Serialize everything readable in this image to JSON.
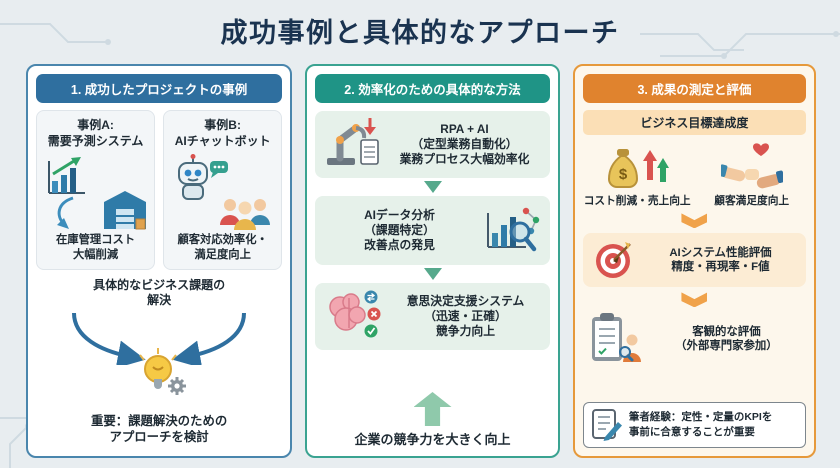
{
  "palette": {
    "background": "#e8edf0",
    "title_text": "#1a3350",
    "blue_accent": "#2f6f9f",
    "teal_accent": "#1f9486",
    "orange_accent": "#e0832e",
    "green_accent": "#2fa366",
    "red_accent": "#d9534f"
  },
  "title": "成功事例と具体的なアプローチ",
  "col1": {
    "header": "1. 成功したプロジェクトの事例",
    "case_a_title": "事例A:\n需要予測システム",
    "case_a_result": "在庫管理コスト\n大幅削減",
    "case_b_title": "事例B:\nAIチャットボット",
    "case_b_result": "顧客対応効率化・\n満足度向上",
    "challenge": "具体的なビジネス課題の\n解決",
    "important": "重要：課題解決のための\nアプローチを検討"
  },
  "col2": {
    "header": "2. 効率化のための具体的な方法",
    "rpa": "RPA + AI\n（定型業務自動化）\n業務プロセス大幅効率化",
    "analysis": "AIデータ分析\n（課題特定）\n改善点の発見",
    "decision": "意思決定支援システム\n（迅速・正確）\n競争力向上",
    "outcome": "企業の競争力を大きく向上"
  },
  "col3": {
    "header": "3. 成果の測定と評価",
    "goal_header": "ビジネス目標達成度",
    "goal_cost": "コスト削減・売上向上",
    "goal_customer": "顧客満足度向上",
    "performance": "AIシステム性能評価\n精度・再現率・F値",
    "objective": "客観的な評価\n（外部専門家参加）",
    "note": "筆者経験：定性・定量のKPIを\n事前に合意することが重要"
  },
  "icons": {
    "case_a": [
      "bar-chart-up-icon",
      "cycle-arrow-icon",
      "warehouse-icon"
    ],
    "case_b": [
      "robot-icon",
      "chat-bubble-icon",
      "people-icon"
    ],
    "solution": "lightbulb-gear-icon",
    "rpa_card": [
      "robot-arm-icon",
      "red-down-arrow-icon",
      "document-icon"
    ],
    "analysis_card": "chart-magnifier-icon",
    "decision_card": [
      "brain-icon",
      "swap-badge-icon",
      "x-badge-icon",
      "check-badge-icon"
    ],
    "goal_cost": [
      "money-bag-icon",
      "growth-arrows-icon"
    ],
    "goal_customer": [
      "handshake-icon",
      "heart-icon"
    ],
    "performance": "target-icon",
    "objective": "clipboard-review-icon",
    "note": "memo-pencil-icon"
  }
}
